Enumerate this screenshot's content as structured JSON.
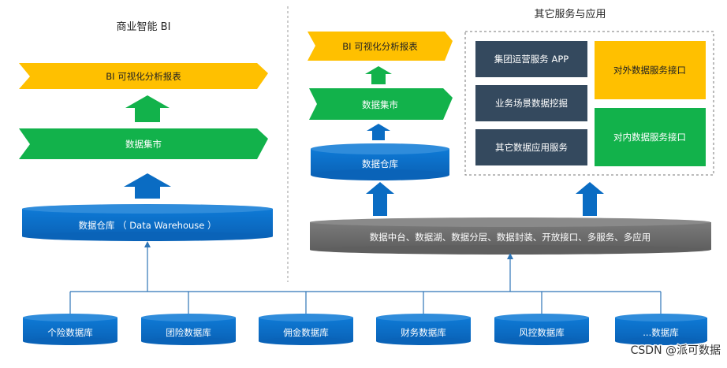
{
  "left": {
    "title": "商业智能 BI",
    "report": "BI 可视化分析报表",
    "mart": "数据集市",
    "warehouse": "数据仓库 （ Data Warehouse ）"
  },
  "right": {
    "report": "BI 可视化分析报表",
    "mart": "数据集市",
    "warehouse": "数据仓库",
    "platform": "数据中台、数据湖、数据分层、数据封装、开放接口、多服务、多应用"
  },
  "services": {
    "title": "其它服务与应用",
    "dark_boxes": [
      "集团运营服务 APP",
      "业务场景数据挖掘",
      "其它数据应用服务"
    ],
    "external_api": "对外数据服务接口",
    "internal_api": "对内数据服务接口"
  },
  "sources": [
    "个险数据库",
    "团险数据库",
    "佣金数据库",
    "财务数据库",
    "风控数据库",
    "...数据库"
  ],
  "watermark": "CSDN @派可数据",
  "colors": {
    "yellow": "#FFC000",
    "green": "#12B24B",
    "blue": "#0A6CC3",
    "dark_blue": "#0A4FA0",
    "gray": "#6E6E6E",
    "navy": "#34495E",
    "line": "#2E75B6"
  }
}
